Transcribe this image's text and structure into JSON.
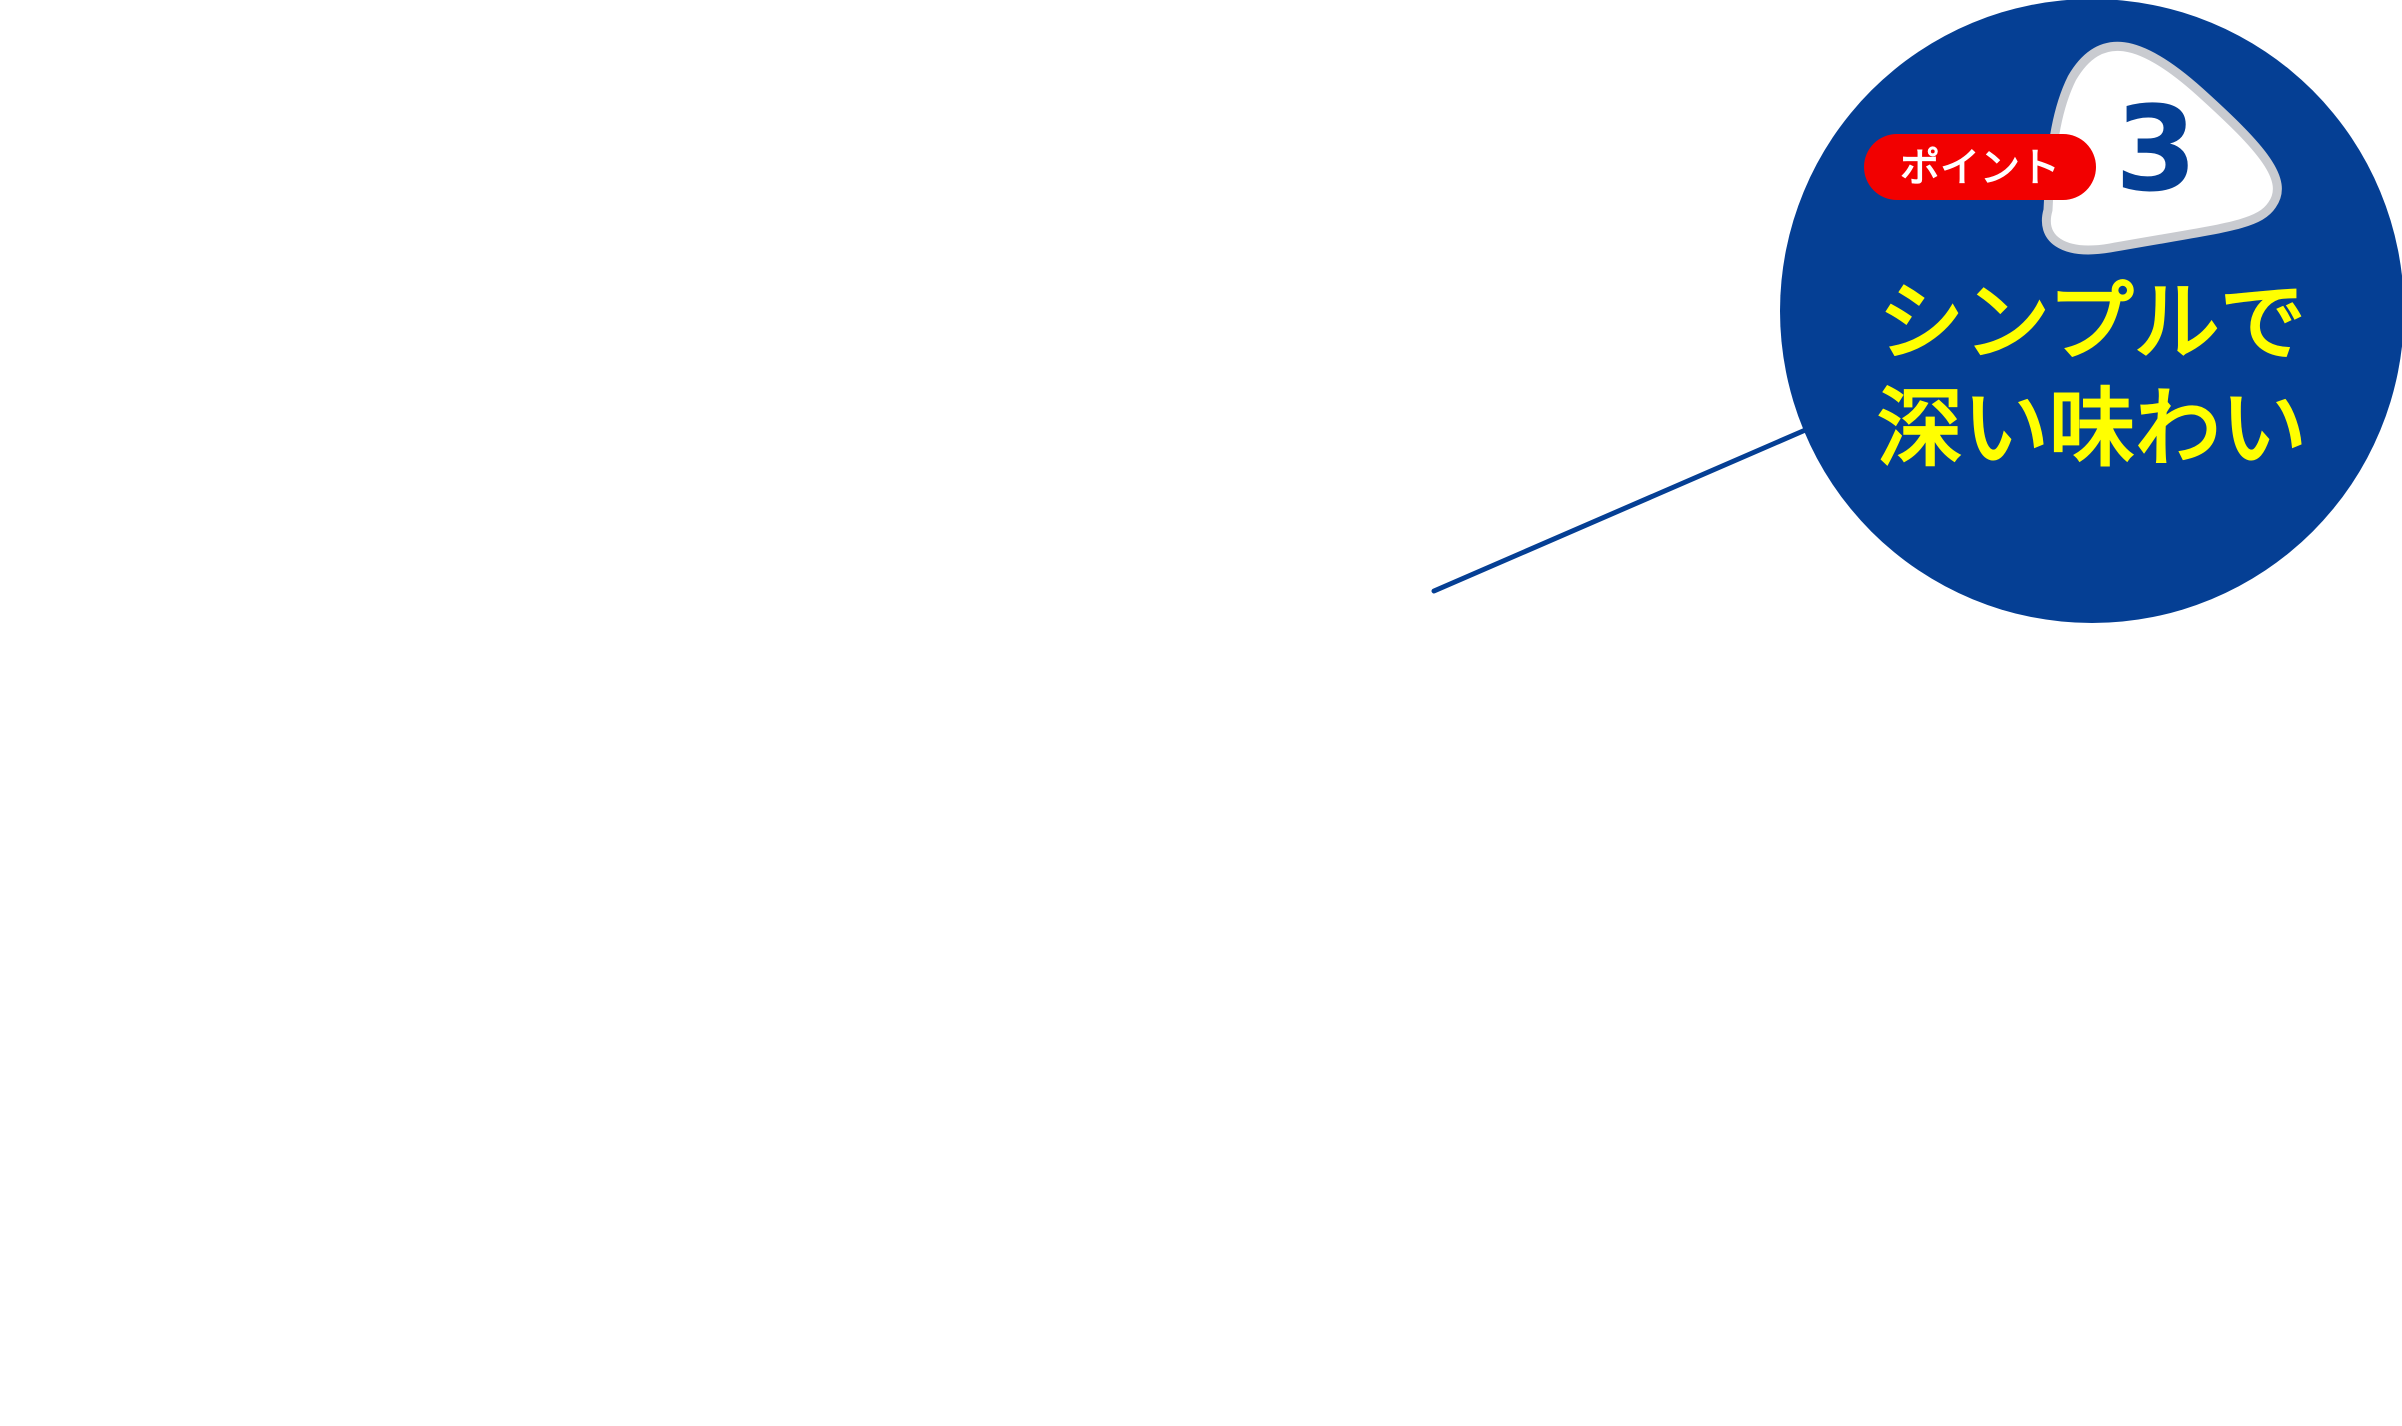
{
  "colors": {
    "circle": "#053F94",
    "leader_line": "#053F94",
    "pill": "#F20000",
    "pill_text": "#FFFFFF",
    "number": "#053F94",
    "number_shape_fill": "#FFFFFF",
    "number_shape_border": "#C9CBD0",
    "headline": "#FFFF00"
  },
  "callout": {
    "label": "ポイント",
    "number": "3",
    "headline_line1": "シンプルで",
    "headline_line2": "深い味わい"
  }
}
